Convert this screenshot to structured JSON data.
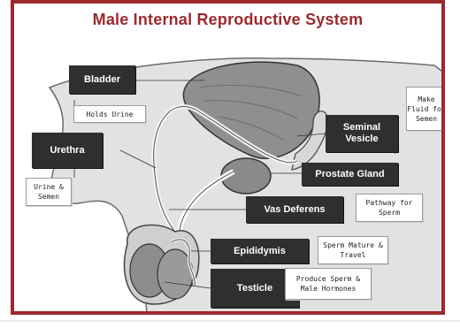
{
  "title": "Male Internal Reproductive System",
  "labels": {
    "bladder": "Bladder",
    "urethra": "Urethra",
    "seminal_vesicle": "Seminal Vesicle",
    "prostate_gland": "Prostate Gland",
    "vas_deferens": "Vas Deferens",
    "epididymis": "Epididymis",
    "testicle": "Testicle"
  },
  "notes": {
    "bladder": "Holds Urine",
    "urethra": "Urine & Semen",
    "seminal_vesicle": "Make Fluid for Semen",
    "vas_deferens": "Pathway for Sperm",
    "epididymis": "Sperm Mature & Travel",
    "testicle": "Produce Sperm & Male Hormones"
  },
  "colors": {
    "frame": "#9b2a2e",
    "title": "#9b2a2e",
    "label_bg": "#2f2f2f",
    "body": "#e2e2e2",
    "organ": "#8a8a8a"
  }
}
